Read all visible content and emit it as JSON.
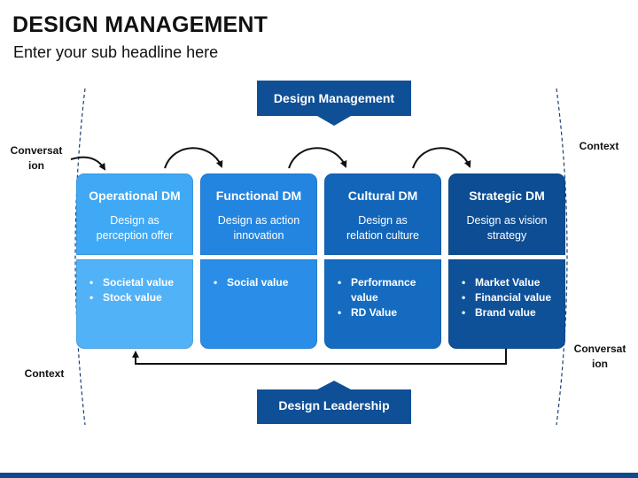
{
  "title": "DESIGN MANAGEMENT",
  "subtitle": "Enter your sub headline here",
  "top_banner": "Design Management",
  "bottom_banner": "Design Leadership",
  "side_labels": {
    "left_top": "Conversat\nion",
    "left_bottom": "Context",
    "right_top": "Context",
    "right_bottom": "Conversat\nion"
  },
  "stages": [
    {
      "title": "Operational DM",
      "desc": "Design as\nperception offer",
      "items": [
        "Societal value",
        "Stock value"
      ],
      "color_top": "#3fa9f5",
      "color_bottom": "#52b2f7"
    },
    {
      "title": "Functional DM",
      "desc": "Design as action\ninnovation",
      "items": [
        "Social value"
      ],
      "color_top": "#2485e0",
      "color_bottom": "#2a8ee8"
    },
    {
      "title": "Cultural DM",
      "desc": "Design as\nrelation culture",
      "items": [
        "Performance\nvalue",
        "RD Value"
      ],
      "color_top": "#1265b9",
      "color_bottom": "#156bc0"
    },
    {
      "title": "Strategic DM",
      "desc": "Design as vision\nstrategy",
      "items": [
        "Market Value",
        "Financial value",
        "Brand value"
      ],
      "color_top": "#0c4d94",
      "color_bottom": "#0e5199"
    }
  ],
  "colors": {
    "banner": "#0f4f96",
    "bottom_bar": "#0f4a8c"
  }
}
